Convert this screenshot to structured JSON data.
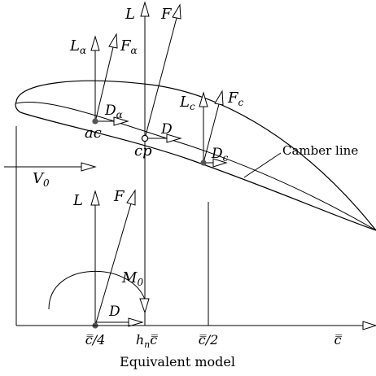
{
  "labels": {
    "L_top": "L",
    "F_top": "F",
    "L_alpha": "L",
    "L_alpha_sub": "α",
    "F_alpha": "F",
    "F_alpha_sub": "α",
    "D_alpha": "D",
    "D_alpha_sub": "α",
    "ac": "ac",
    "cp": "cp",
    "D_cp": "D",
    "L_c": "L",
    "L_c_sub": "c",
    "F_c": "F",
    "F_c_sub": "c",
    "D_c": "D",
    "D_c_sub": "c",
    "camber_line": "Camber line",
    "V0": "V",
    "V0_sub": "0",
    "L_bottom": "L",
    "F_bottom": "F",
    "M0": "M",
    "M0_sub": "0",
    "D_bottom": "D",
    "tick_quarter": "c̿/4",
    "tick_h": "h",
    "tick_h_sub": "n",
    "tick_h_c": "c̿",
    "tick_half": "c̿/2",
    "tick_c": "c̿",
    "caption": "Equivalent model"
  }
}
